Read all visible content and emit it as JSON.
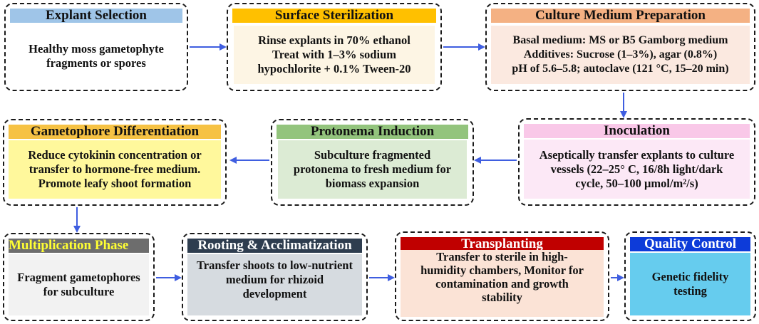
{
  "colors": {
    "arrow": "#3f5ee0",
    "explant_title": "#9fc5e8",
    "sterilization_title": "#ffc000",
    "sterilization_body": "#fdf5e4",
    "medium_title": "#f4b183",
    "medium_body": "#fbe9e0",
    "inoculation_title": "#f9c8e8",
    "inoculation_body": "#fce8f6",
    "protonema_title": "#93c47d",
    "protonema_body": "#dcebd4",
    "gametophore_title": "#f6c244",
    "gametophore_body": "#fff89c",
    "multiplication_title": "#6d6d6d",
    "multiplication_title_text": "#ffff33",
    "multiplication_body": "#f2f2f2",
    "rooting_title": "#2e3d4f",
    "rooting_title_text": "#ffffff",
    "rooting_body": "#d6dbe0",
    "transplanting_title": "#c00000",
    "transplanting_title_text": "#ffffff",
    "transplanting_body": "#fbe3d6",
    "quality_title": "#0d3bd9",
    "quality_title_text": "#ffffff",
    "quality_body": "#66ccee"
  },
  "steps": {
    "explant_selection": {
      "title": "Explant Selection",
      "lines": [
        "Healthy moss gametophyte",
        "fragments or spores"
      ]
    },
    "surface_sterilization": {
      "title": "Surface Sterilization",
      "lines": [
        "Rinse explants in 70% ethanol",
        "Treat with 1–3% sodium",
        "hypochlorite + 0.1% Tween-20"
      ]
    },
    "culture_medium": {
      "title": "Culture Medium Preparation",
      "lines": [
        "Basal medium: MS or B5 Gamborg medium",
        "Additives: Sucrose (1–3%), agar (0.8%)",
        "pH of 5.6–5.8; autoclave (121 °C, 15–20 min)"
      ]
    },
    "inoculation": {
      "title": "Inoculation",
      "lines": [
        "Aseptically transfer explants to culture",
        "vessels (22–25° C, 16/8h light/dark",
        "cycle, 50–100 μmol/m²/s)"
      ]
    },
    "protonema_induction": {
      "title": "Protonema Induction",
      "lines": [
        "Subculture fragmented",
        "protonema to fresh medium for",
        "biomass expansion"
      ]
    },
    "gametophore_differentiation": {
      "title": "Gametophore Differentiation",
      "lines": [
        "Reduce cytokinin concentration or",
        "transfer to hormone-free medium.",
        "Promote leafy shoot formation"
      ]
    },
    "multiplication_phase": {
      "title": "Multiplication Phase",
      "lines": [
        "Fragment gametophores",
        "for subculture"
      ]
    },
    "rooting_acclimatization": {
      "title": "Rooting & Acclimatization",
      "lines": [
        "Transfer shoots to low-nutrient",
        "medium for rhizoid",
        "development"
      ]
    },
    "transplanting": {
      "title": "Transplanting",
      "lines": [
        "Transfer to sterile in high-",
        "humidity chambers, Monitor for",
        "contamination and growth",
        "stability"
      ]
    },
    "quality_control": {
      "title": "Quality Control",
      "lines": [
        "Genetic fidelity",
        "testing"
      ]
    }
  }
}
